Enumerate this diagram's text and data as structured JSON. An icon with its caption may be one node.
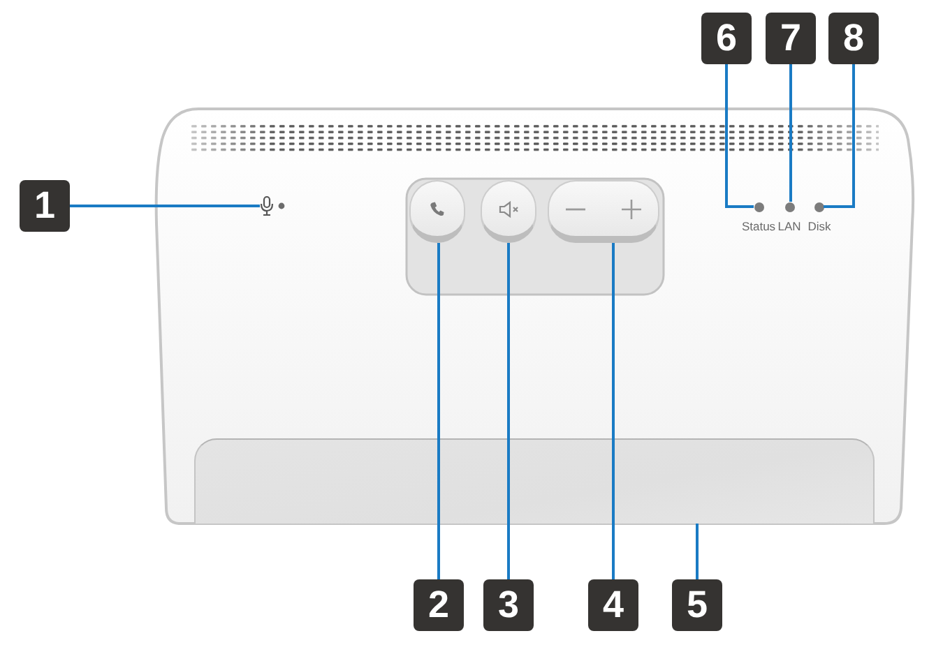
{
  "diagram": {
    "nodes": [
      {
        "text": [
          "1"
        ]
      },
      {
        "text": [
          "2"
        ]
      },
      {
        "text": [
          "3"
        ]
      },
      {
        "text": [
          "4"
        ]
      },
      {
        "text": [
          "5"
        ]
      },
      {
        "text": [
          "6"
        ]
      },
      {
        "text": [
          "7"
        ]
      },
      {
        "text": [
          "8"
        ]
      },
      {
        "text": [],
        "shape": "picture"
      },
      {
        "text": [],
        "shape": "button"
      },
      {
        "text": [],
        "shape": "button"
      },
      {
        "text": [],
        "shape": "button"
      },
      {
        "text": [],
        "shape": "box"
      },
      {
        "text": [],
        "shape": "circle"
      },
      {
        "text": [],
        "shape": "circle"
      },
      {
        "text": [],
        "shape": "circle"
      }
    ],
    "edges": [
      {
        "from": 0,
        "to": 8,
        "arrow": "none"
      },
      {
        "from": 1,
        "to": 9,
        "arrow": "none"
      },
      {
        "from": 2,
        "to": 10,
        "arrow": "none"
      },
      {
        "from": 3,
        "to": 11,
        "arrow": "none"
      },
      {
        "from": 4,
        "to": 12,
        "arrow": "none"
      },
      {
        "from": 5,
        "to": 13,
        "arrow": "none"
      },
      {
        "from": 6,
        "to": 14,
        "arrow": "none"
      },
      {
        "from": 7,
        "to": 15,
        "arrow": "none"
      }
    ],
    "labels": [
      "Status",
      "LAN",
      "Disk"
    ]
  }
}
